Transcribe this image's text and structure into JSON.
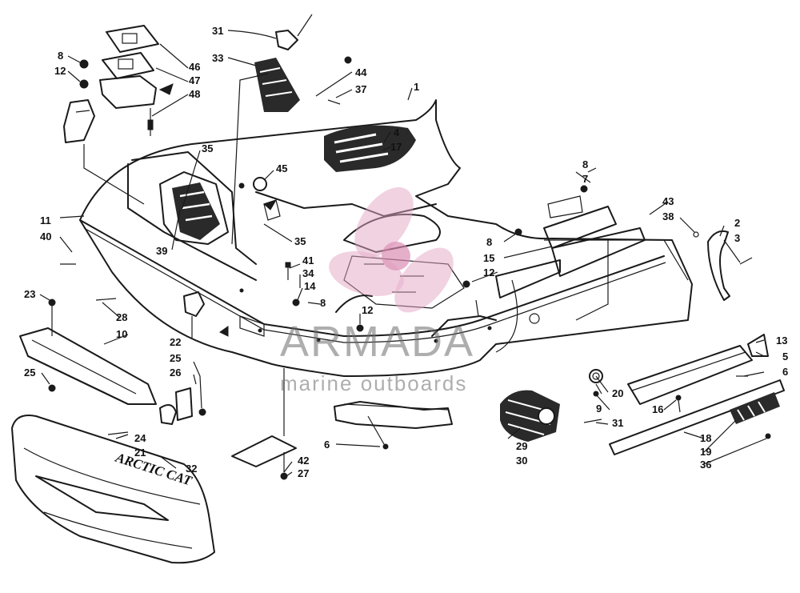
{
  "watermark": {
    "title": "ARMADA",
    "subtitle": "marine outboards",
    "logo_color": "#e3a6c4"
  },
  "decal_text": "ARCTIC CAT",
  "labels": {
    "l1": "1",
    "l2": "2",
    "l3": "3",
    "l4": "4",
    "l5": "5",
    "l6a": "6",
    "l6b": "6",
    "l7": "7",
    "l8a": "8",
    "l8b": "8",
    "l8c": "8",
    "l8d": "8",
    "l9": "9",
    "l10": "10",
    "l11": "11",
    "l12a": "12",
    "l12b": "12",
    "l12c": "12",
    "l13": "13",
    "l14": "14",
    "l15": "15",
    "l16": "16",
    "l17": "17",
    "l18": "18",
    "l19": "19",
    "l20": "20",
    "l21": "21",
    "l22": "22",
    "l23": "23",
    "l24": "24",
    "l25a": "25",
    "l25b": "25",
    "l26": "26",
    "l27": "27",
    "l28": "28",
    "l29": "29",
    "l30": "30",
    "l31a": "31",
    "l31b": "31",
    "l32": "32",
    "l33": "33",
    "l34": "34",
    "l35a": "35",
    "l35b": "35",
    "l36": "36",
    "l37": "37",
    "l38": "38",
    "l39": "39",
    "l40": "40",
    "l41": "41",
    "l42": "42",
    "l43": "43",
    "l44": "44",
    "l45": "45",
    "l46": "46",
    "l47": "47",
    "l48": "48"
  }
}
